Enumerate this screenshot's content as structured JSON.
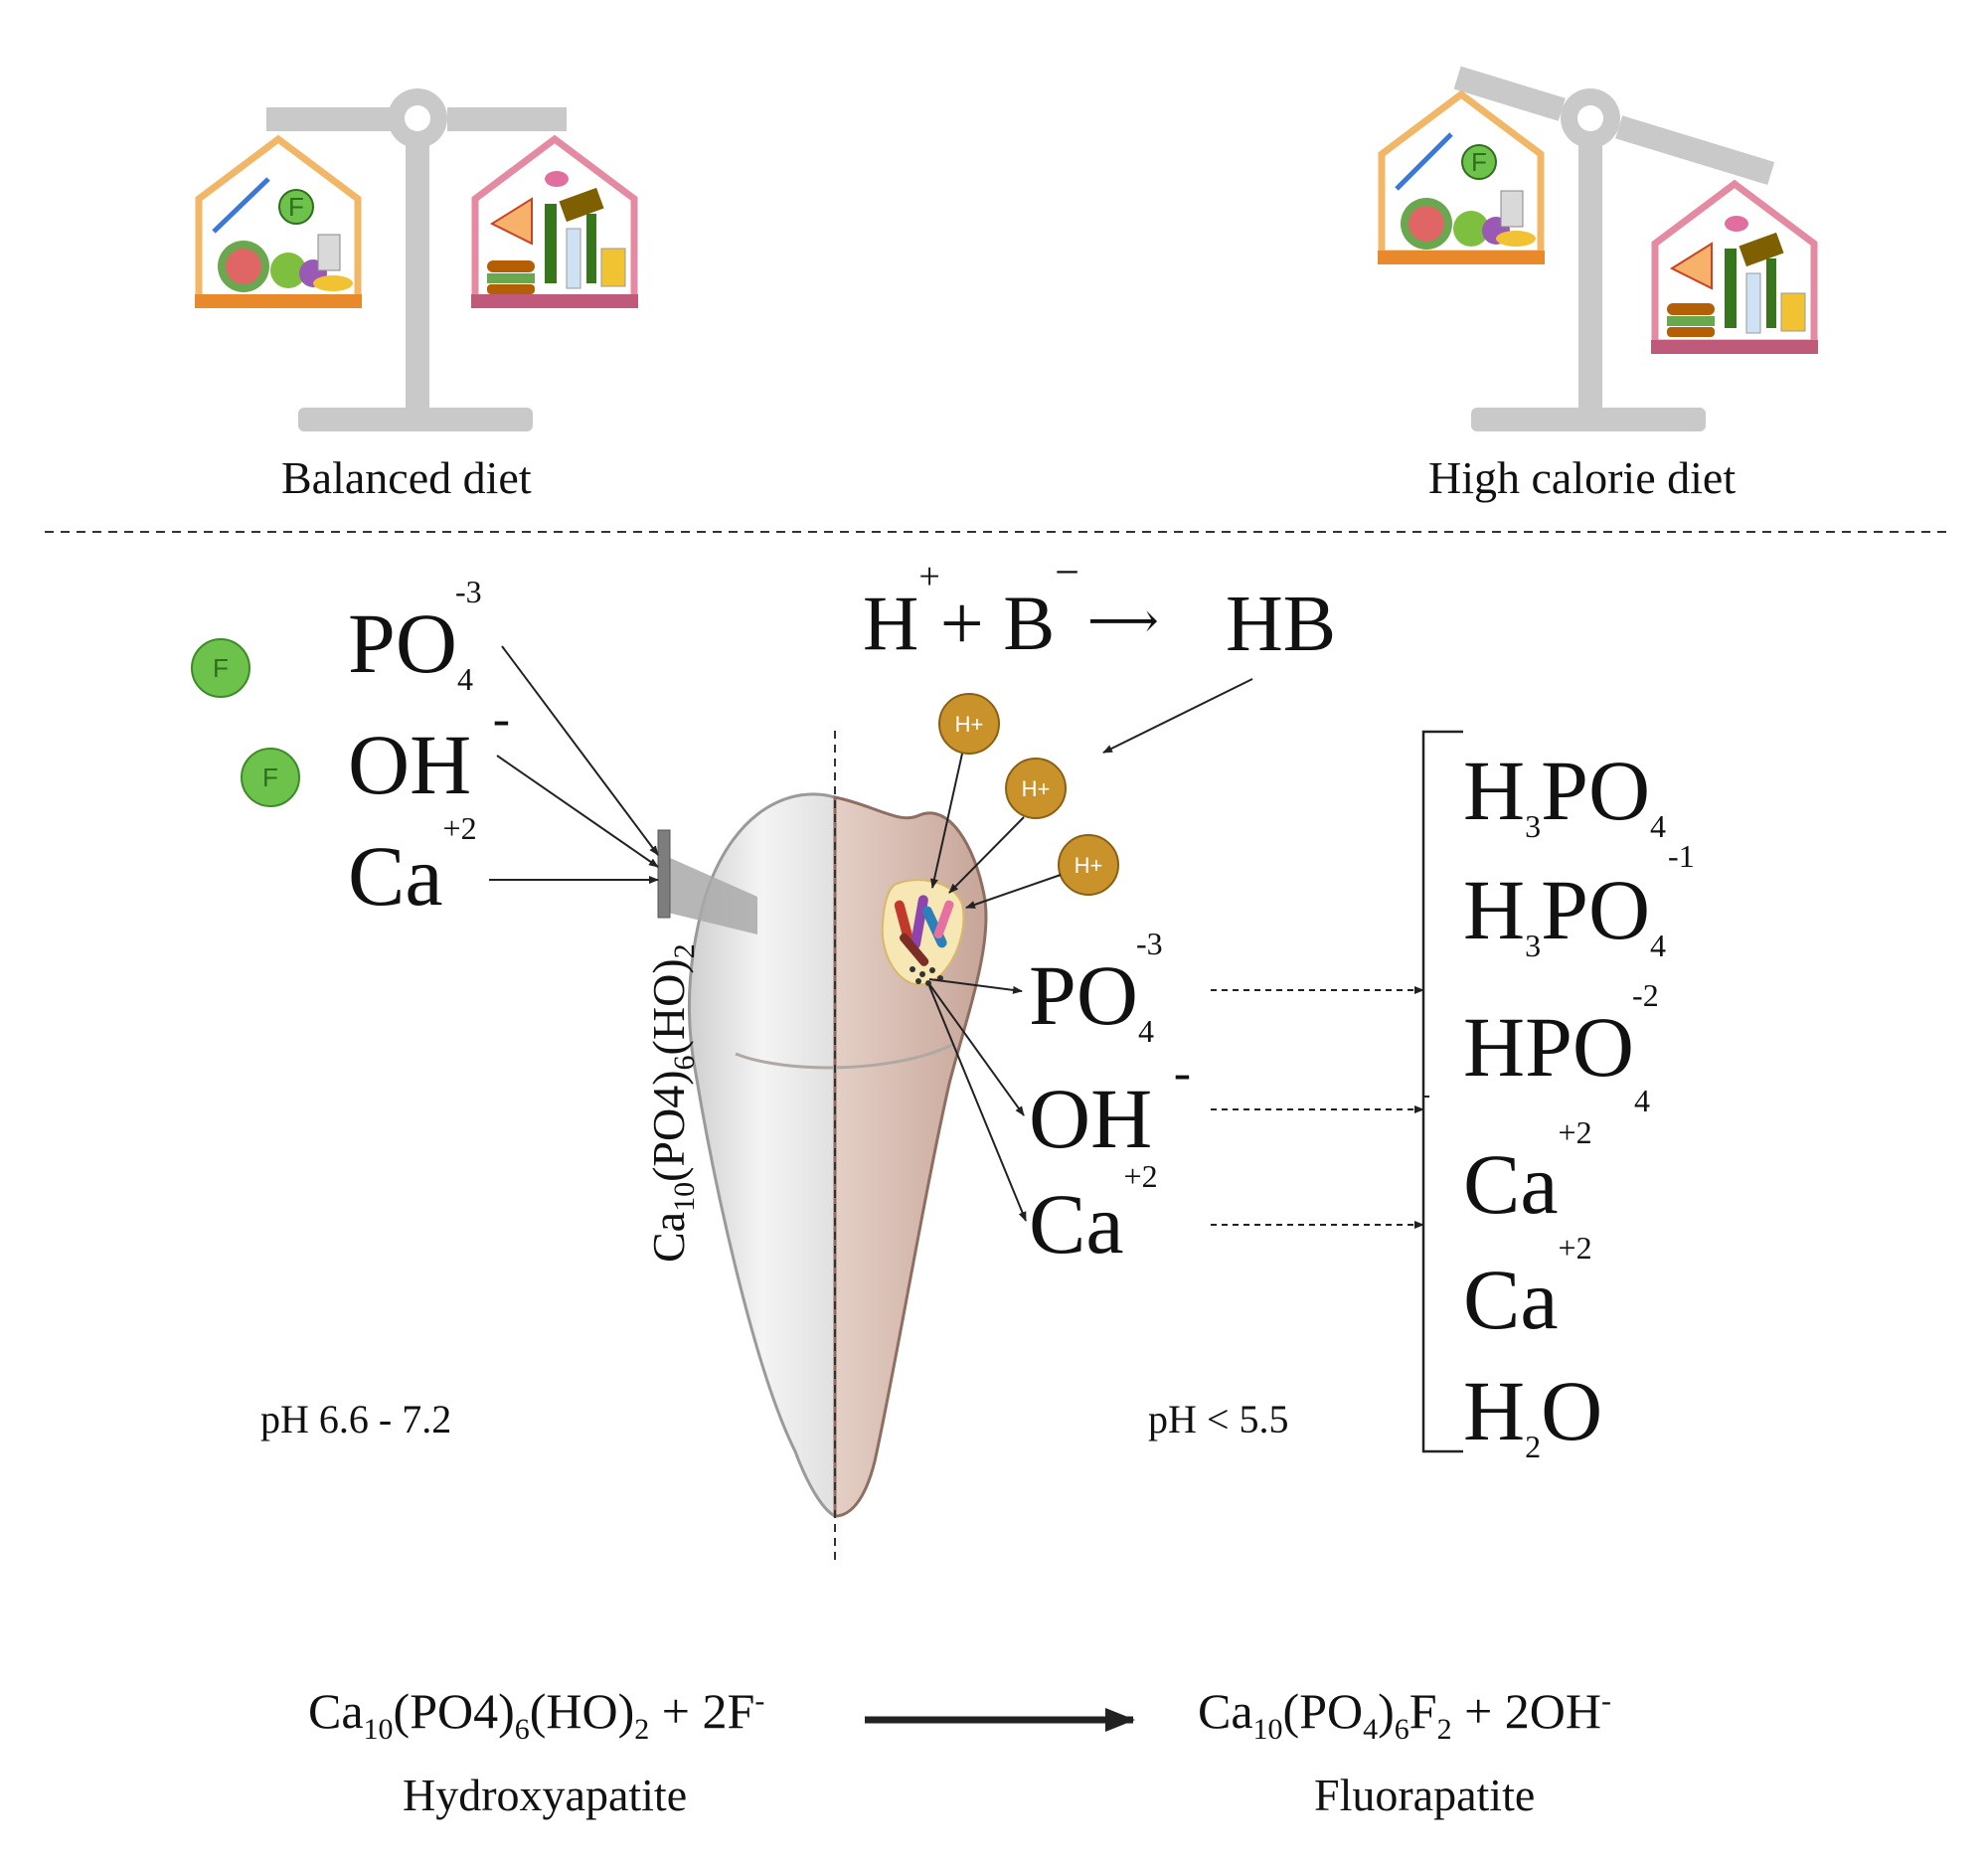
{
  "top": {
    "balanced_label": "Balanced diet",
    "high_label": "High calorie diet",
    "fluoride_badge": "F"
  },
  "left_ions": {
    "f_badge": "F",
    "po4": {
      "base": "PO",
      "sub": "4",
      "sup": "-3"
    },
    "oh": {
      "base": "OH",
      "sup": "-"
    },
    "ca": {
      "base": "Ca",
      "sup": "+2"
    }
  },
  "tooth": {
    "formula": {
      "ca": "Ca",
      "ca_sub": "10",
      "po4": "(PO4)",
      "po4_sub": "6",
      "ho": "(HO)",
      "ho_sub": "2"
    },
    "h_plus": "H+"
  },
  "reaction_top": {
    "h": "H",
    "h_sup": "+",
    "plus": "+ B",
    "b_sup": "−",
    "arrow": "⟶",
    "product": "HB"
  },
  "right_ions": {
    "po4": {
      "base": "PO",
      "sub": "4",
      "sup": "-3"
    },
    "oh": {
      "base": "OH",
      "sup": "-"
    },
    "ca": {
      "base": "Ca",
      "sup": "+2"
    }
  },
  "products": [
    {
      "a": "H",
      "a_sub": "3",
      "b": "PO",
      "b_sub": "4",
      "sup": ""
    },
    {
      "a": "H",
      "a_sub": "3",
      "b": "PO",
      "b_sub": "4",
      "sup": "-1"
    },
    {
      "a": "HPO",
      "a_sub": "",
      "b": "",
      "b_sub": "4",
      "sup": "-2"
    },
    {
      "a": "Ca",
      "a_sub": "",
      "b": "",
      "b_sub": "",
      "sup": "+2"
    },
    {
      "a": "Ca",
      "a_sub": "",
      "b": "",
      "b_sub": "",
      "sup": "+2"
    },
    {
      "a": "H",
      "a_sub": "2",
      "b": "O",
      "b_sub": "",
      "sup": ""
    }
  ],
  "ph": {
    "left": "pH 6.6 - 7.2",
    "right": "pH < 5.5"
  },
  "bottom": {
    "lhs": {
      "ca": "Ca",
      "ca_sub": "10",
      "po4": "(PO4)",
      "po4_sub": "6",
      "ho": "(HO)",
      "ho_sub": "2",
      "tail": " + 2F",
      "tail_sup": "-"
    },
    "rhs": {
      "ca": "Ca",
      "ca_sub": "10",
      "po4": "(PO",
      "po4_sub": "4",
      "close": ")",
      "close_sub": "6",
      "f": "F",
      "f_sub": "2",
      "tail": " + 2OH",
      "tail_sup": "-"
    },
    "lhs_name": "Hydroxyapatite",
    "rhs_name": "Fluorapatite"
  },
  "colors": {
    "scale": "#c9c9c9",
    "healthy_house": "#f2b766",
    "unhealthy_house": "#e58aa3",
    "fluoride": "#6cc24a",
    "h_ion": "#c9922a",
    "enamel": "#e8e8e8",
    "decay": "#d8b9ad"
  }
}
